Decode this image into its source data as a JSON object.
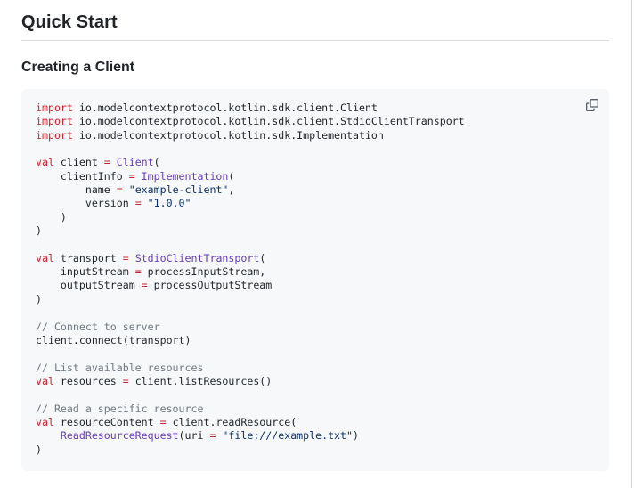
{
  "headings": {
    "quick_start": "Quick Start",
    "creating_a_client": "Creating a Client"
  },
  "code_block": {
    "language": "kotlin",
    "copy_icon": "copy-icon",
    "lines": [
      [
        {
          "t": "import",
          "c": "k"
        },
        {
          "t": " io.modelcontextprotocol.kotlin.sdk.client.Client",
          "c": "p"
        }
      ],
      [
        {
          "t": "import",
          "c": "k"
        },
        {
          "t": " io.modelcontextprotocol.kotlin.sdk.client.StdioClientTransport",
          "c": "p"
        }
      ],
      [
        {
          "t": "import",
          "c": "k"
        },
        {
          "t": " io.modelcontextprotocol.kotlin.sdk.Implementation",
          "c": "p"
        }
      ],
      [],
      [
        {
          "t": "val",
          "c": "k"
        },
        {
          "t": " client ",
          "c": "p"
        },
        {
          "t": "=",
          "c": "k"
        },
        {
          "t": " ",
          "c": "p"
        },
        {
          "t": "Client",
          "c": "e"
        },
        {
          "t": "(",
          "c": "p"
        }
      ],
      [
        {
          "t": "    clientInfo ",
          "c": "p"
        },
        {
          "t": "=",
          "c": "k"
        },
        {
          "t": " ",
          "c": "p"
        },
        {
          "t": "Implementation",
          "c": "e"
        },
        {
          "t": "(",
          "c": "p"
        }
      ],
      [
        {
          "t": "        name ",
          "c": "p"
        },
        {
          "t": "=",
          "c": "k"
        },
        {
          "t": " ",
          "c": "p"
        },
        {
          "t": "\"example-client\"",
          "c": "s"
        },
        {
          "t": ",",
          "c": "p"
        }
      ],
      [
        {
          "t": "        version ",
          "c": "p"
        },
        {
          "t": "=",
          "c": "k"
        },
        {
          "t": " ",
          "c": "p"
        },
        {
          "t": "\"1.0.0\"",
          "c": "s"
        }
      ],
      [
        {
          "t": "    )",
          "c": "p"
        }
      ],
      [
        {
          "t": ")",
          "c": "p"
        }
      ],
      [],
      [
        {
          "t": "val",
          "c": "k"
        },
        {
          "t": " transport ",
          "c": "p"
        },
        {
          "t": "=",
          "c": "k"
        },
        {
          "t": " ",
          "c": "p"
        },
        {
          "t": "StdioClientTransport",
          "c": "e"
        },
        {
          "t": "(",
          "c": "p"
        }
      ],
      [
        {
          "t": "    inputStream ",
          "c": "p"
        },
        {
          "t": "=",
          "c": "k"
        },
        {
          "t": " processInputStream,",
          "c": "p"
        }
      ],
      [
        {
          "t": "    outputStream ",
          "c": "p"
        },
        {
          "t": "=",
          "c": "k"
        },
        {
          "t": " processOutputStream",
          "c": "p"
        }
      ],
      [
        {
          "t": ")",
          "c": "p"
        }
      ],
      [],
      [
        {
          "t": "// Connect to server",
          "c": "c"
        }
      ],
      [
        {
          "t": "client.connect(transport)",
          "c": "p"
        }
      ],
      [],
      [
        {
          "t": "// List available resources",
          "c": "c"
        }
      ],
      [
        {
          "t": "val",
          "c": "k"
        },
        {
          "t": " resources ",
          "c": "p"
        },
        {
          "t": "=",
          "c": "k"
        },
        {
          "t": " client.listResources()",
          "c": "p"
        }
      ],
      [],
      [
        {
          "t": "// Read a specific resource",
          "c": "c"
        }
      ],
      [
        {
          "t": "val",
          "c": "k"
        },
        {
          "t": " resourceContent ",
          "c": "p"
        },
        {
          "t": "=",
          "c": "k"
        },
        {
          "t": " client.readResource(",
          "c": "p"
        }
      ],
      [
        {
          "t": "    ",
          "c": "p"
        },
        {
          "t": "ReadResourceRequest",
          "c": "e"
        },
        {
          "t": "(uri ",
          "c": "p"
        },
        {
          "t": "=",
          "c": "k"
        },
        {
          "t": " ",
          "c": "p"
        },
        {
          "t": "\"file:///example.txt\"",
          "c": "s"
        },
        {
          "t": ")",
          "c": "p"
        }
      ],
      [
        {
          "t": ")",
          "c": "p"
        }
      ]
    ]
  },
  "colors": {
    "page_bg": "#ffffff",
    "code_bg": "#f6f8fa",
    "text": "#1f2328",
    "border": "#d0d7de",
    "heading_divider": "#d8dee4",
    "syntax_keyword": "#cf222e",
    "syntax_entity": "#6639ba",
    "syntax_string": "#0a3069",
    "syntax_comment": "#6e7781",
    "icon_gray": "#57606a"
  }
}
